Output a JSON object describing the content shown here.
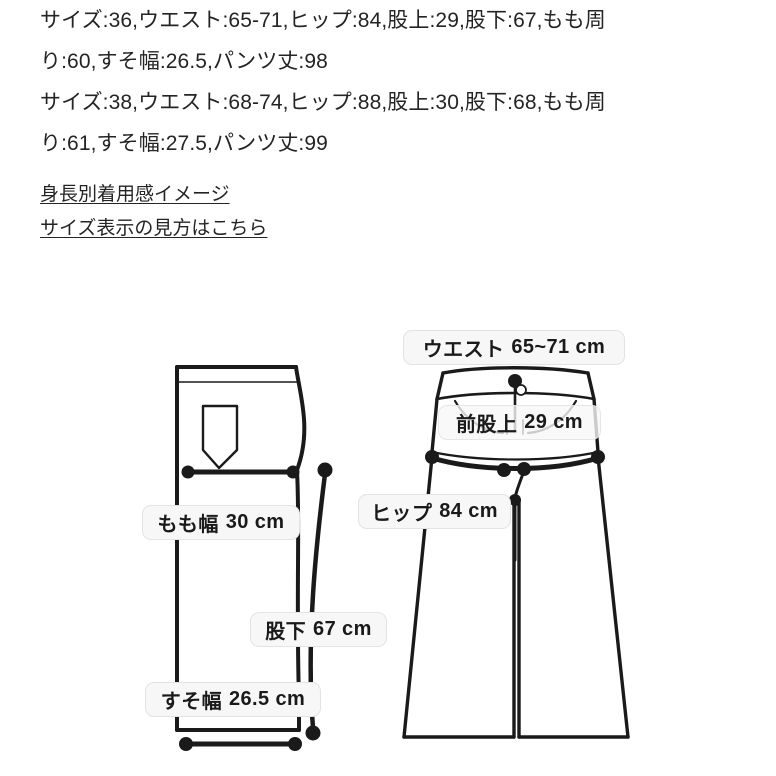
{
  "spec_text": {
    "lines": [
      "サイズ:36,ウエスト:65-71,ヒップ:84,股上:29,股下:67,もも周",
      "り:60,すそ幅:26.5,パンツ丈:98",
      "サイズ:38,ウエスト:68-74,ヒップ:88,股上:30,股下:68,もも周",
      "り:61,すそ幅:27.5,パンツ丈:99"
    ]
  },
  "links": [
    {
      "text": "身長別着用感イメージ",
      "name": "height-fit-image-link"
    },
    {
      "text": "サイズ表示の見方はこちら",
      "name": "size-guide-link"
    }
  ],
  "diagram": {
    "side_view": {
      "name": "pants-side-view-illustration",
      "labels": [
        {
          "name": "thigh-width-label",
          "text": "もも幅 30 cm",
          "label": "もも幅",
          "value": "30 cm"
        },
        {
          "name": "inseam-label",
          "text": "股下 67 cm",
          "label": "股下",
          "value": "67 cm"
        },
        {
          "name": "hem-width-label",
          "text": "すそ幅 26.5 cm",
          "label": "すそ幅",
          "value": "26.5 cm"
        }
      ]
    },
    "front_view": {
      "name": "pants-front-view-illustration",
      "labels": [
        {
          "name": "waist-label",
          "text": "ウエスト 65~71 cm",
          "label": "ウエスト",
          "value": "65~71 cm"
        },
        {
          "name": "front-rise-label",
          "text": "前股上 29 cm",
          "label": "前股上",
          "value": "29 cm"
        },
        {
          "name": "hip-label",
          "text": "ヒップ 84 cm",
          "label": "ヒップ",
          "value": "84 cm"
        }
      ]
    }
  },
  "colors": {
    "background": "#ffffff",
    "text": "#242424",
    "line": "#1a1a1a",
    "pill_fill": "#f7f7f7",
    "pill_border": "#e3e3e3"
  },
  "chart_data": {
    "type": "table",
    "title": "パンツ サイズ表",
    "columns": [
      "サイズ",
      "ウエスト",
      "ヒップ",
      "股上",
      "股下",
      "もも周り",
      "すそ幅",
      "パンツ丈"
    ],
    "rows": [
      [
        "36",
        "65-71",
        "84",
        "29",
        "67",
        "60",
        "26.5",
        "98"
      ],
      [
        "38",
        "68-74",
        "88",
        "30",
        "68",
        "61",
        "27.5",
        "99"
      ]
    ],
    "units": "cm",
    "illustrated_size": "36",
    "illustrated_measurements": {
      "ウエスト": "65~71 cm",
      "前股上": "29 cm",
      "ヒップ": "84 cm",
      "もも幅": "30 cm",
      "股下": "67 cm",
      "すそ幅": "26.5 cm"
    }
  }
}
